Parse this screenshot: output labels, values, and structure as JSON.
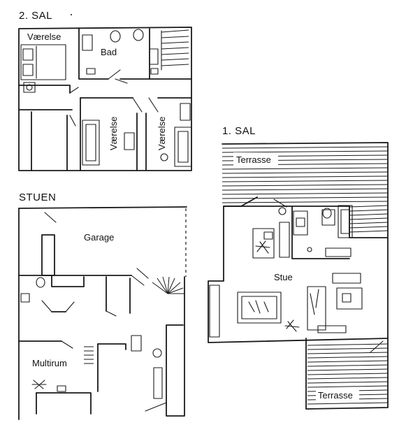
{
  "floors": {
    "second_floor": {
      "title": "2. SAL",
      "rooms": {
        "bedroom_1": "Værelse",
        "bath": "Bad",
        "bedroom_2": "Værelse",
        "bedroom_3": "Værelse"
      }
    },
    "first_floor": {
      "title": "1. SAL",
      "rooms": {
        "terrace_top": "Terrasse",
        "living": "Stue",
        "terrace_bottom": "Terrasse"
      }
    },
    "ground_floor": {
      "title": "STUEN",
      "rooms": {
        "garage": "Garage",
        "multiroom": "Multirum"
      }
    }
  }
}
